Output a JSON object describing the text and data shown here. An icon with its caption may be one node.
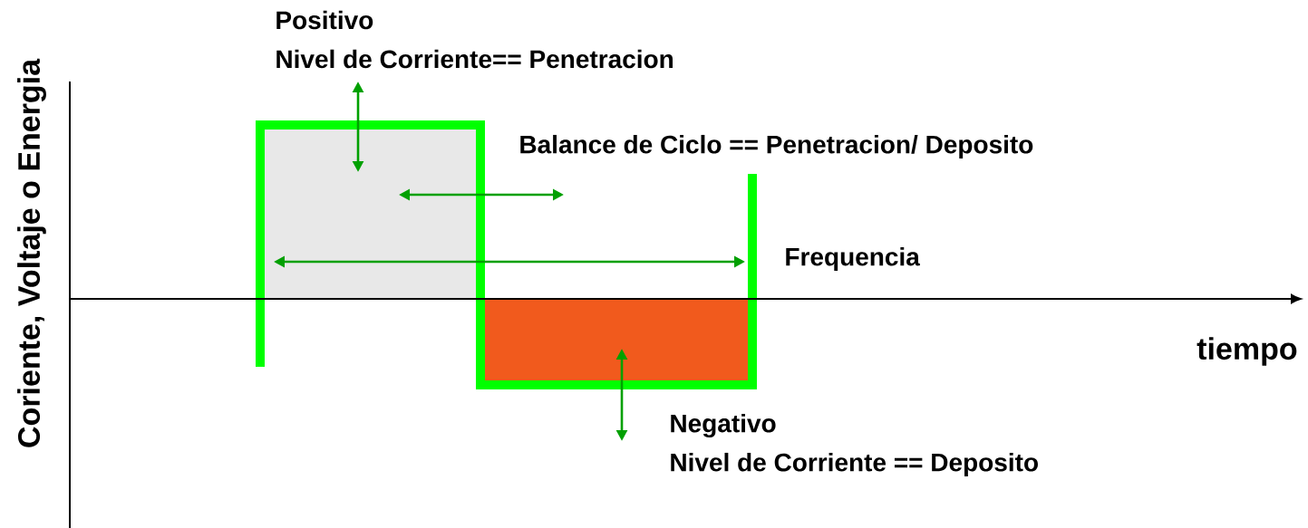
{
  "diagram": {
    "labels": [
      "Coriente, Voltaje o Energia",
      "Positivo",
      "Nivel de Corriente== Penetracion",
      "Balance de Ciclo == Penetracion/ Deposito",
      "Frequencia",
      "tiempo",
      "Negativo",
      "Nivel de Corriente == Deposito"
    ]
  }
}
